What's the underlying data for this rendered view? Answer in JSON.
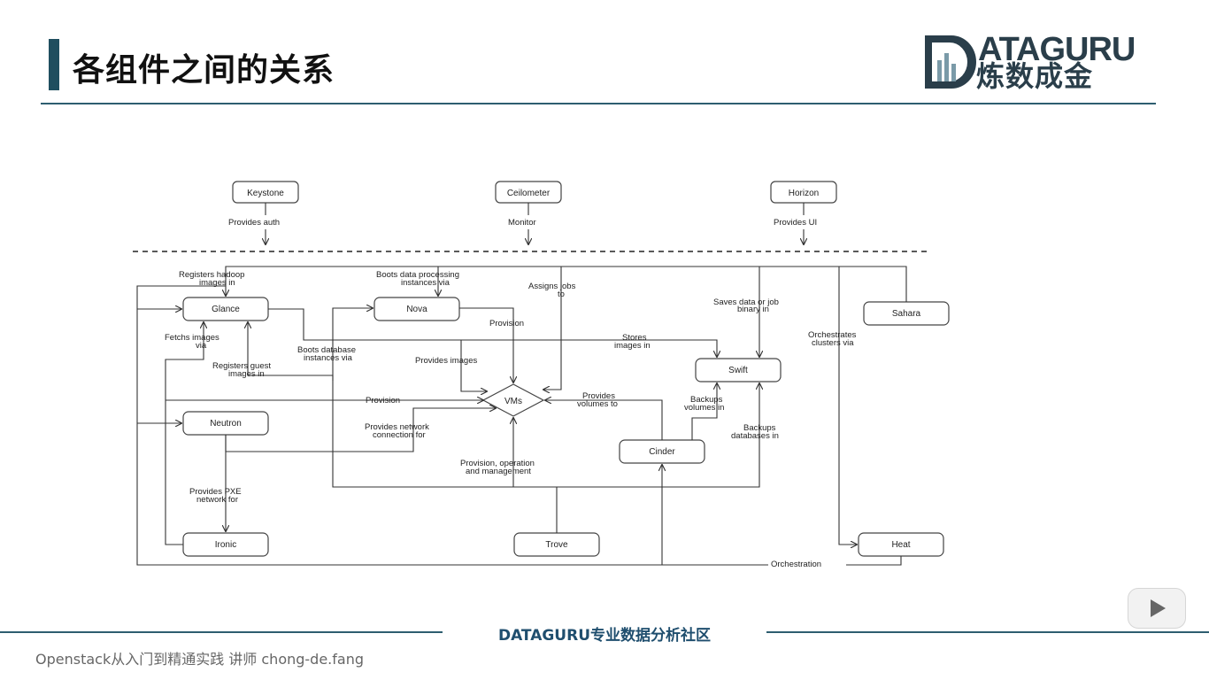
{
  "slide": {
    "title": "各组件之间的关系",
    "logo_main": "ATAGURU",
    "logo_sub": "炼数成金",
    "footer_center": "DATAGURU专业数据分析社区",
    "footer_left": "Openstack从入门到精通实践 讲师 chong-de.fang"
  },
  "diagram": {
    "nodes": {
      "keystone": "Keystone",
      "ceilometer": "Ceilometer",
      "horizon": "Horizon",
      "glance": "Glance",
      "nova": "Nova",
      "sahara": "Sahara",
      "swift": "Swift",
      "vms": "VMs",
      "neutron": "Neutron",
      "cinder": "Cinder",
      "ironic": "Ironic",
      "trove": "Trove",
      "heat": "Heat"
    },
    "labels": {
      "provides_auth": "Provides auth",
      "monitor": "Monitor",
      "provides_ui": "Provides UI",
      "registers_hadoop_1": "Registers hadoop",
      "registers_hadoop_2": "images in",
      "boots_data_1": "Boots data processing",
      "boots_data_2": "instances via",
      "assigns_jobs_1": "Assigns jobs",
      "assigns_jobs_2": "to",
      "saves_data_1": "Saves data or job",
      "saves_data_2": "binary in",
      "provision_nova": "Provision",
      "fetchs_images_1": "Fetchs images",
      "fetchs_images_2": "via",
      "stores_images_1": "Stores",
      "stores_images_2": "images in",
      "orchestrates_1": "Orchestrates",
      "orchestrates_2": "clusters via",
      "boots_db_1": "Boots database",
      "boots_db_2": "instances via",
      "registers_guest_1": "Registers guest",
      "registers_guest_2": "images in",
      "provides_images": "Provides images",
      "provision_mid": "Provision",
      "provides_volumes_1": "Provides",
      "provides_volumes_2": "volumes to",
      "backups_volumes_1": "Backups",
      "backups_volumes_2": "volumes in",
      "provides_network_1": "Provides network",
      "provides_network_2": "connection for",
      "backups_db_1": "Backups",
      "backups_db_2": "databases in",
      "provision_op_1": "Provision, operation",
      "provision_op_2": "and management",
      "provides_pxe_1": "Provides PXE",
      "provides_pxe_2": "network for",
      "orchestration": "Orchestration"
    }
  }
}
